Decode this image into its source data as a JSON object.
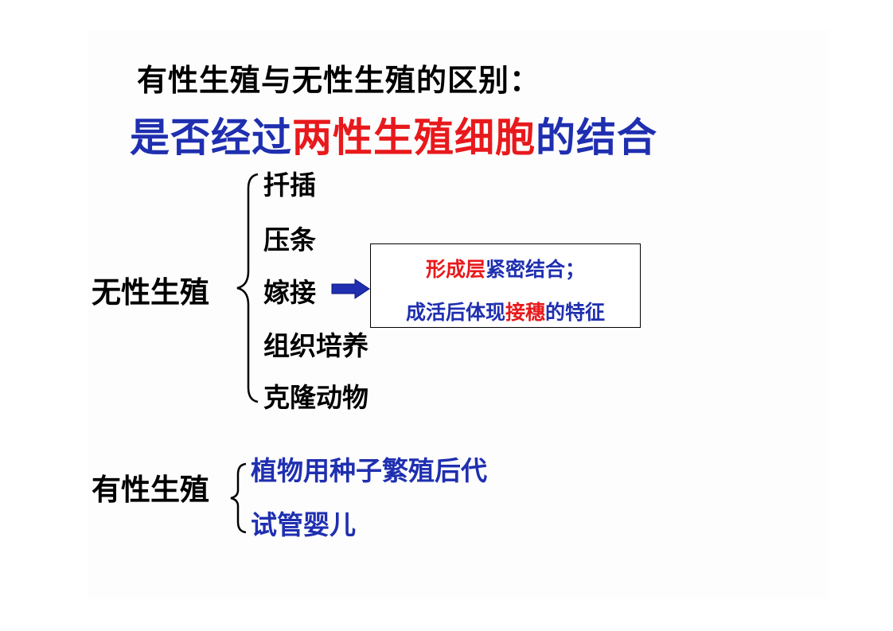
{
  "heading": "有性生殖与无性生殖的区别：",
  "subtitle": {
    "part1": "是否经过",
    "highlight": "两性生殖细胞",
    "part2": "的结合"
  },
  "asexual": {
    "label": "无性生殖",
    "items": [
      "扦插",
      "压条",
      "嫁接",
      "组织培养",
      "克隆动物"
    ]
  },
  "grafting_note": {
    "line1_red": "形成层",
    "line1_blue": "紧密结合；",
    "line2_blue_a": "成活后体现",
    "line2_red": "接穗",
    "line2_blue_b": "的特征"
  },
  "sexual": {
    "label": "有性生殖",
    "items": [
      "植物用种子繁殖后代",
      "试管婴儿"
    ]
  },
  "colors": {
    "blue": "#1f2fb0",
    "red": "#e8191c"
  }
}
